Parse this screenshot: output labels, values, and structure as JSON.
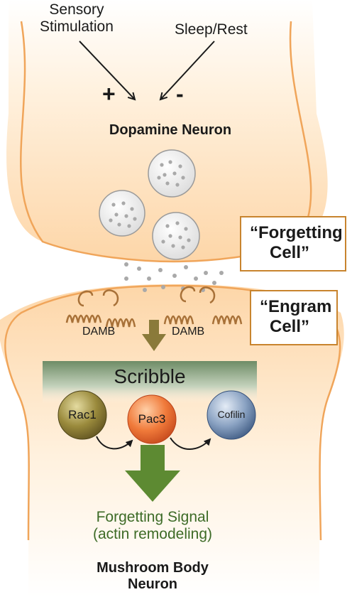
{
  "inputs": {
    "sensory": [
      "Sensory",
      "Stimulation"
    ],
    "sleep": "Sleep/Rest",
    "plus": "+",
    "minus": "-"
  },
  "dopamine_neuron": {
    "title": "Dopamine Neuron",
    "box_lines": [
      "“Forgetting",
      "Cell”"
    ]
  },
  "receptor": {
    "left_label": "DAMB",
    "right_label": "DAMB"
  },
  "mushroom_body_neuron": {
    "box_lines": [
      "“Engram",
      "Cell”"
    ],
    "scribble": "Scribble",
    "nodes": [
      "Rac1",
      "Pac3",
      "Cofilin"
    ],
    "signal": [
      "Forgetting Signal",
      "(actin remodeling)"
    ],
    "title": [
      "Mushroom Body",
      "Neuron"
    ]
  },
  "colors": {
    "cell_fill": "#fde2c2",
    "cell_stroke": "#f0a55a",
    "receptor": "#a87138",
    "box_border": "#c8842e",
    "green_arrow": "#5d8a32",
    "gray_dots": "#a9a9a9",
    "rac1": "#7a6a2a",
    "pac3": "#e8602a",
    "cofilin": "#4e6a92",
    "signal_text": "#3d6b27"
  }
}
